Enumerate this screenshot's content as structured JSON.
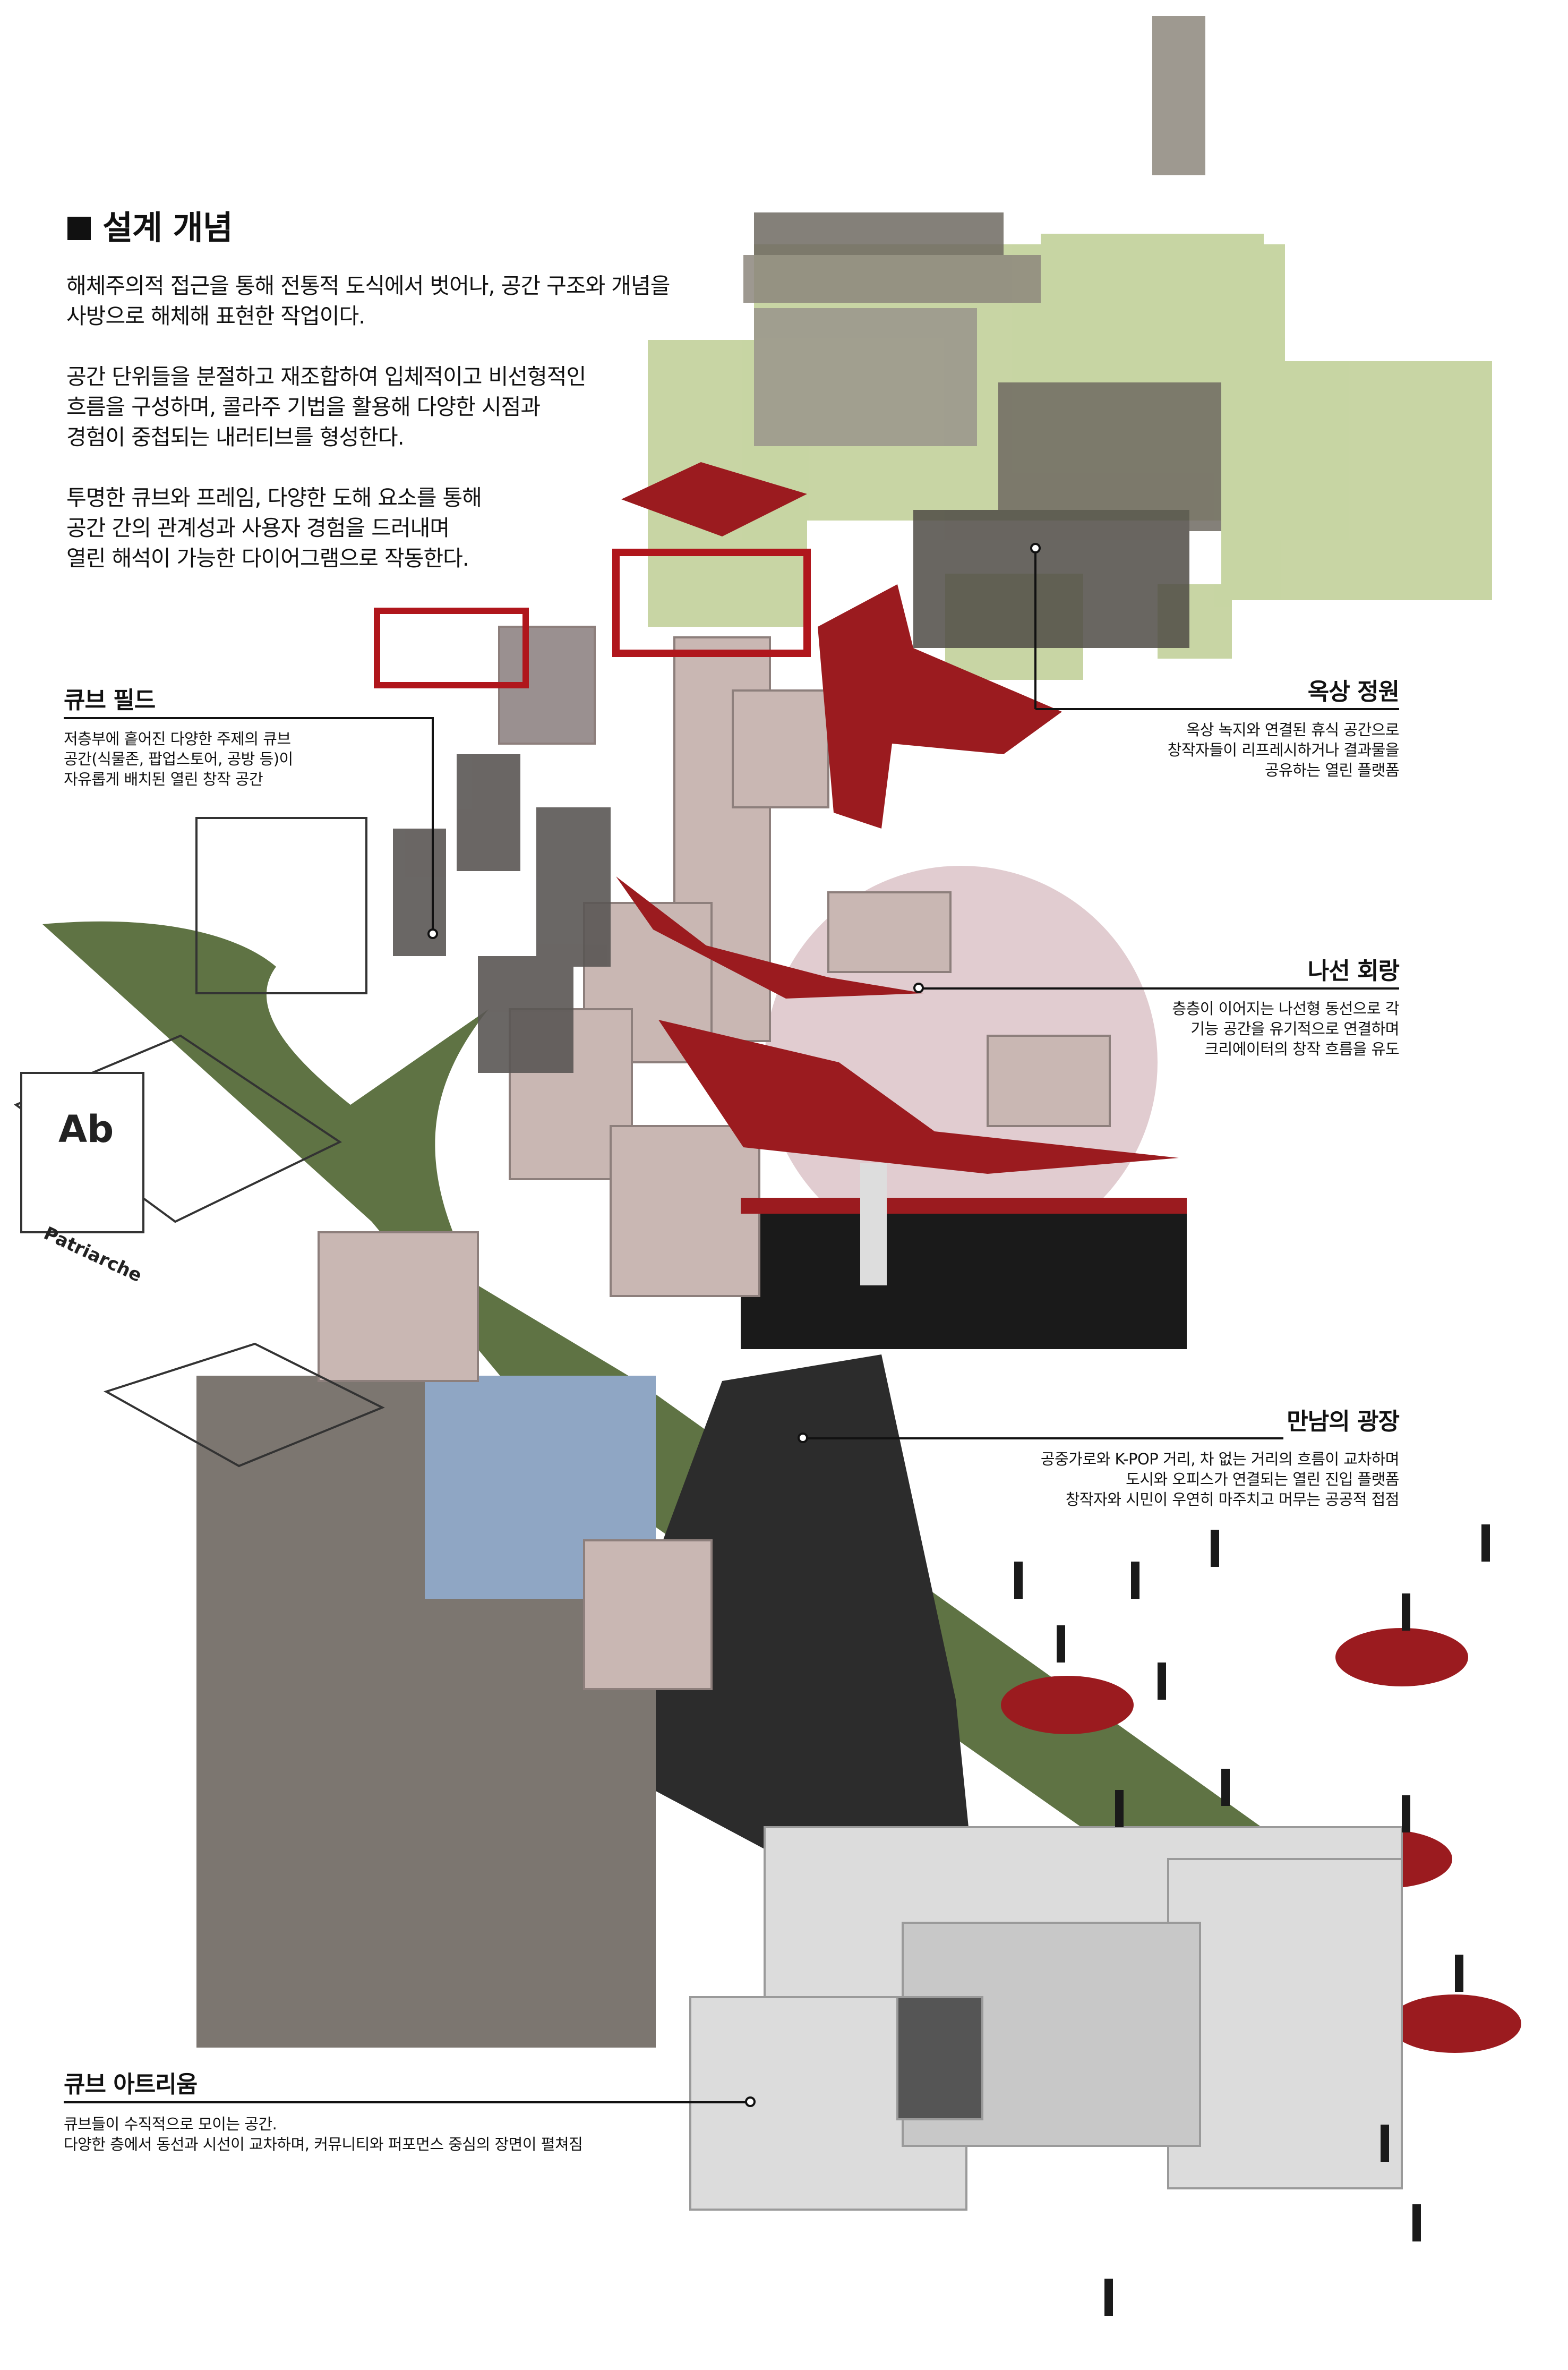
{
  "title": {
    "icon": "black-square",
    "text": "설계 개념"
  },
  "intro": {
    "paragraphs": [
      [
        "해체주의적 접근을 통해 전통적 도식에서 벗어나, 공간 구조와 개념을",
        "사방으로 해체해 표현한 작업이다."
      ],
      [
        "공간 단위들을 분절하고 재조합하여 입체적이고 비선형적인",
        "흐름을 구성하며, 콜라주 기법을 활용해 다양한 시점과",
        "경험이 중첩되는 내러티브를 형성한다."
      ],
      [
        "투명한 큐브와 프레임, 다양한 도해 요소를 통해",
        "공간 간의 관계성과 사용자 경험을 드러내며",
        "열린 해석이 가능한 다이어그램으로 작동한다."
      ]
    ]
  },
  "annotations": {
    "cube_field": {
      "title": "큐브 필드",
      "lines": [
        "저층부에 흩어진 다양한 주제의 큐브",
        "공간(식물존, 팝업스토어, 공방 등)이",
        "자유롭게 배치된 열린 창작 공간"
      ]
    },
    "rooftop_garden": {
      "title": "옥상 정원",
      "lines": [
        "옥상 녹지와 연결된 휴식 공간으로",
        "창작자들이 리프레시하거나 결과물을",
        "공유하는 열린 플랫폼"
      ]
    },
    "spiral_gallery": {
      "title": "나선 회랑",
      "lines": [
        "층층이 이어지는 나선형 동선으로 각",
        "기능 공간을 유기적으로 연결하며",
        "크리에이터의 창작 흐름을 유도"
      ]
    },
    "meeting_plaza": {
      "title": "만남의 광장",
      "lines": [
        "공중가로와 K-POP 거리, 차 없는 거리의 흐름이 교차하며",
        "도시와 오피스가 연결되는 열린 진입 플랫폼",
        "창작자와 시민이 우연히 마주치고 머무는 공공적 접점"
      ]
    },
    "cube_atrium": {
      "title": "큐브 아트리움",
      "lines": [
        "큐브들이 수직적으로 모이는 공간.",
        "다양한 층에서 동선과 시선이 교차하며, 커뮤니티와 퍼포먼스 중심의 장면이 펼쳐짐"
      ]
    }
  },
  "illustration": {
    "sign_text": "Ab",
    "shop_sign": "Patriarche"
  },
  "colors": {
    "accent_red": "#9b1b1f",
    "path_green": "#5f7344",
    "garden_green": "#c5d39f",
    "circle_pink": "#dcc3c8",
    "cube_pink": "#c9b7b3"
  }
}
